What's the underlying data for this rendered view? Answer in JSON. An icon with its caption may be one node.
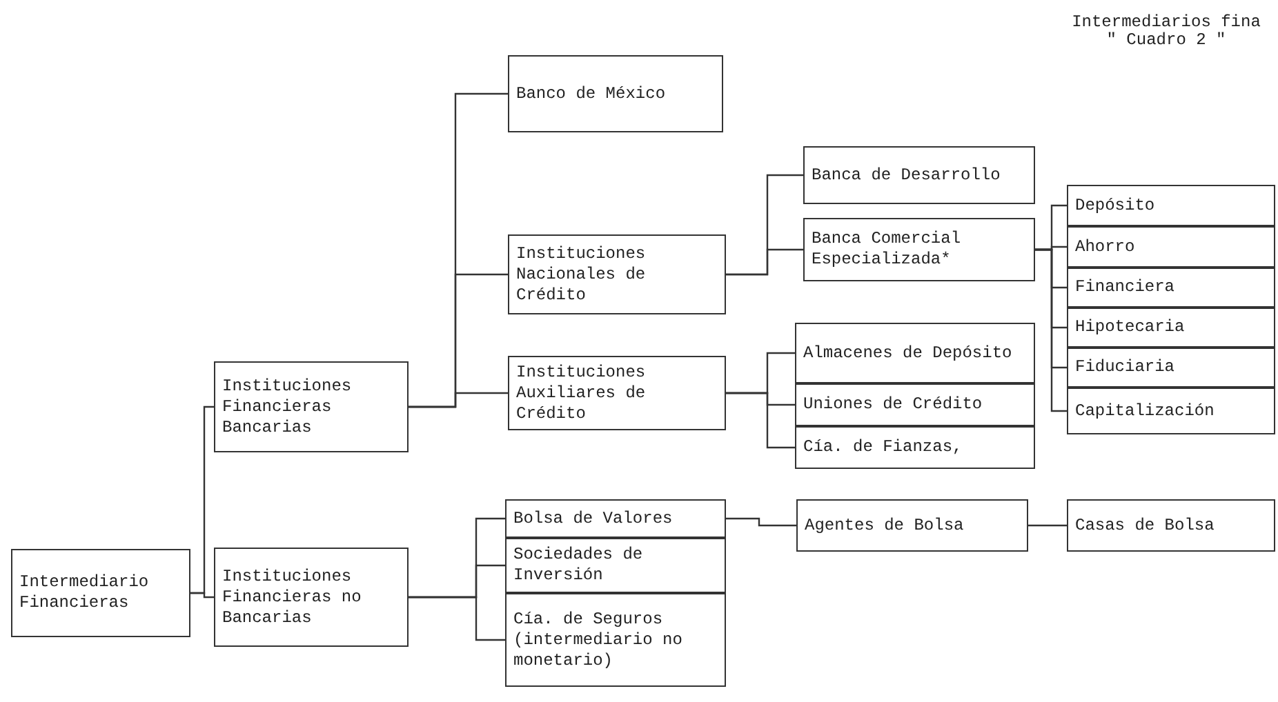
{
  "diagram": {
    "nodes": [
      {
        "text": [
          "Intermediario Financieras"
        ]
      },
      {
        "text": [
          "Instituciones Financieras Bancarias"
        ]
      },
      {
        "text": [
          "Instituciones Financieras no Bancarias"
        ]
      },
      {
        "text": [
          "Banco de México"
        ]
      },
      {
        "text": [
          "Instituciones Nacionales de Crédito"
        ]
      },
      {
        "text": [
          "Instituciones Auxiliares de Crédito"
        ]
      },
      {
        "text": [
          "Banca de Desarrollo"
        ]
      },
      {
        "text": [
          "Banca Comercial Especializada*"
        ]
      },
      {
        "text": [
          "Depósito"
        ]
      },
      {
        "text": [
          "Ahorro"
        ]
      },
      {
        "text": [
          "Financiera"
        ]
      },
      {
        "text": [
          "Hipotecaria"
        ]
      },
      {
        "text": [
          "Fiduciaria"
        ]
      },
      {
        "text": [
          "Capitalización"
        ]
      },
      {
        "text": [
          "Almacenes de Depósito"
        ]
      },
      {
        "text": [
          "Uniones de Crédito"
        ]
      },
      {
        "text": [
          "Cía. de Fianzas,"
        ]
      },
      {
        "text": [
          "Bolsa de Valores"
        ]
      },
      {
        "text": [
          "Sociedades de Inversión"
        ]
      },
      {
        "text": [
          "Cía. de Seguros (intermediario no monetario)"
        ]
      },
      {
        "text": [
          "Agentes de Bolsa"
        ]
      },
      {
        "text": [
          "Casas de Bolsa"
        ]
      }
    ],
    "edges": [
      {
        "from": 0,
        "to": 1,
        "arrow": "none"
      },
      {
        "from": 0,
        "to": 2,
        "arrow": "none"
      },
      {
        "from": 1,
        "to": 3,
        "arrow": "none"
      },
      {
        "from": 1,
        "to": 4,
        "arrow": "none"
      },
      {
        "from": 1,
        "to": 5,
        "arrow": "none"
      },
      {
        "from": 4,
        "to": 6,
        "arrow": "none"
      },
      {
        "from": 4,
        "to": 7,
        "arrow": "none"
      },
      {
        "from": 7,
        "to": 8,
        "arrow": "none"
      },
      {
        "from": 7,
        "to": 9,
        "arrow": "none"
      },
      {
        "from": 7,
        "to": 10,
        "arrow": "none"
      },
      {
        "from": 7,
        "to": 11,
        "arrow": "none"
      },
      {
        "from": 7,
        "to": 12,
        "arrow": "none"
      },
      {
        "from": 7,
        "to": 13,
        "arrow": "none"
      },
      {
        "from": 5,
        "to": 14,
        "arrow": "none"
      },
      {
        "from": 5,
        "to": 15,
        "arrow": "none"
      },
      {
        "from": 5,
        "to": 16,
        "arrow": "none"
      },
      {
        "from": 2,
        "to": 17,
        "arrow": "none"
      },
      {
        "from": 2,
        "to": 18,
        "arrow": "none"
      },
      {
        "from": 2,
        "to": 19,
        "arrow": "none"
      },
      {
        "from": 17,
        "to": 20,
        "arrow": "none"
      },
      {
        "from": 20,
        "to": 21,
        "arrow": "none"
      }
    ],
    "labels": [
      "Intermediarios fina",
      "\" Cuadro 2 \""
    ]
  }
}
